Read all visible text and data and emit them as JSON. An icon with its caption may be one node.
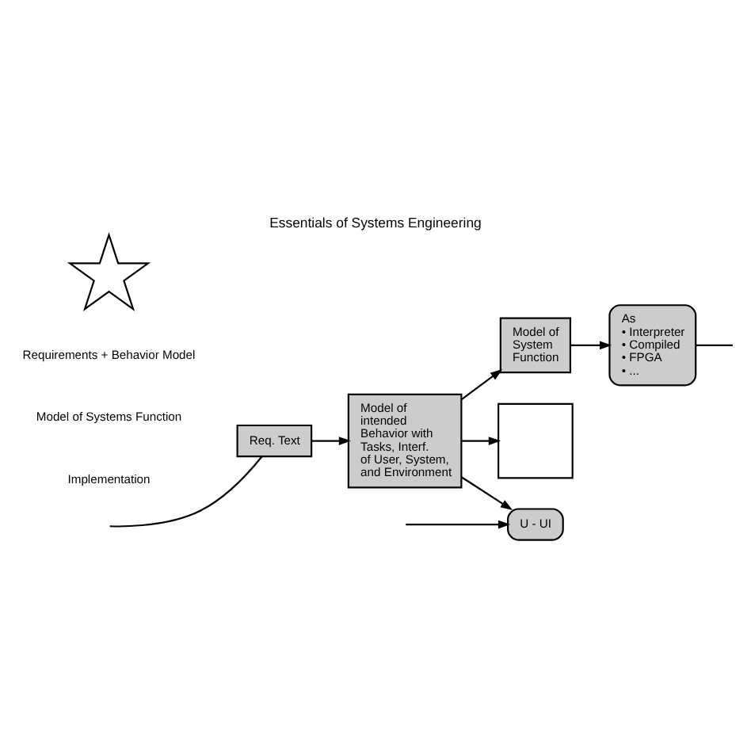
{
  "diagram": {
    "title": "Essentials of Systems Engineering",
    "nodes": [
      {
        "text": [
          "Req. Text"
        ]
      },
      {
        "text": [
          "Model of intended Behavior with Tasks, Interf. of User, System, and Environment"
        ]
      },
      {
        "text": [
          "Model of System Function"
        ]
      },
      {
        "text": [
          "As",
          "• Interpreter",
          "• Compiled",
          "• FPGA",
          "• ..."
        ]
      },
      {
        "text": [],
        "shape": "star"
      },
      {
        "text": [
          "U - UI"
        ]
      },
      {
        "text": [],
        "shape": "box"
      }
    ],
    "edges": [
      {
        "from": null,
        "to": 0,
        "arrow": "none"
      },
      {
        "from": 0,
        "to": 1,
        "arrow": "to"
      },
      {
        "from": 1,
        "to": 2,
        "arrow": "to"
      },
      {
        "from": 2,
        "to": 3,
        "arrow": "to"
      },
      {
        "from": 3,
        "to": null,
        "arrow": "none"
      },
      {
        "from": 1,
        "to": 5,
        "arrow": "to"
      },
      {
        "from": 1,
        "to": 6,
        "arrow": "to"
      },
      {
        "from": null,
        "to": 5,
        "arrow": "to"
      }
    ],
    "labels": [
      "Requirements + Behavior Model",
      "Model of Systems Function",
      "Implementation"
    ]
  }
}
